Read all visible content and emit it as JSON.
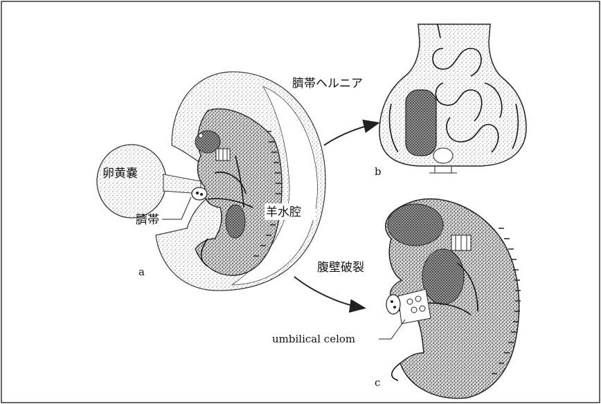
{
  "figure": {
    "labels": {
      "yolk_sac": "卵黄嚢",
      "umbilical_cord": "臍帯",
      "amniotic_cavity": "羊水腔",
      "umbilical_hernia": "臍帯ヘルニア",
      "gastroschisis": "腹壁破裂",
      "umbilical_celom": "umbilical celom"
    },
    "panels": {
      "a": "a",
      "b": "b",
      "c": "c"
    }
  }
}
